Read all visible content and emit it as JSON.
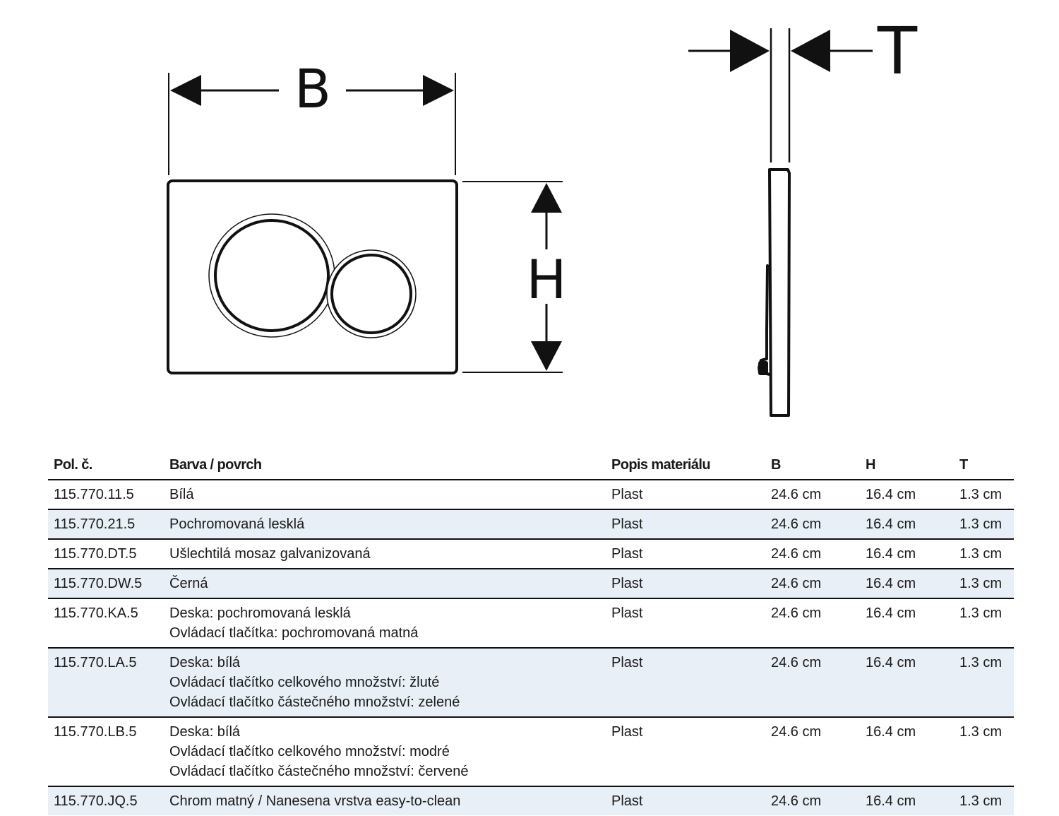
{
  "drawing": {
    "front_view": {
      "width_label": "B",
      "height_label": "H",
      "buttons": [
        "large-round-button",
        "small-round-button"
      ]
    },
    "side_view": {
      "thickness_label": "T"
    }
  },
  "table": {
    "headers": {
      "code": "Pol. č.",
      "color": "Barva / povrch",
      "material": "Popis materiálu",
      "b": "B",
      "h": "H",
      "t": "T"
    },
    "rows": [
      {
        "code": "115.770.11.5",
        "color_lines": [
          "Bílá"
        ],
        "material": "Plast",
        "b": "24.6 cm",
        "h": "16.4 cm",
        "t": "1.3 cm"
      },
      {
        "code": "115.770.21.5",
        "color_lines": [
          "Pochromovaná lesklá"
        ],
        "material": "Plast",
        "b": "24.6 cm",
        "h": "16.4 cm",
        "t": "1.3 cm"
      },
      {
        "code": "115.770.DT.5",
        "color_lines": [
          "Ušlechtilá mosaz galvanizovaná"
        ],
        "material": "Plast",
        "b": "24.6 cm",
        "h": "16.4 cm",
        "t": "1.3 cm"
      },
      {
        "code": "115.770.DW.5",
        "color_lines": [
          "Černá"
        ],
        "material": "Plast",
        "b": "24.6 cm",
        "h": "16.4 cm",
        "t": "1.3 cm"
      },
      {
        "code": "115.770.KA.5",
        "color_lines": [
          "Deska: pochromovaná lesklá",
          "Ovládací tlačítka: pochromovaná matná"
        ],
        "material": "Plast",
        "b": "24.6 cm",
        "h": "16.4 cm",
        "t": "1.3 cm"
      },
      {
        "code": "115.770.LA.5",
        "color_lines": [
          "Deska: bílá",
          "Ovládací tlačítko celkového množství: žluté",
          "Ovládací tlačítko částečného množství: zelené"
        ],
        "material": "Plast",
        "b": "24.6 cm",
        "h": "16.4 cm",
        "t": "1.3 cm"
      },
      {
        "code": "115.770.LB.5",
        "color_lines": [
          "Deska: bílá",
          "Ovládací tlačítko celkového množství: modré",
          "Ovládací tlačítko částečného množství: červené"
        ],
        "material": "Plast",
        "b": "24.6 cm",
        "h": "16.4 cm",
        "t": "1.3 cm"
      },
      {
        "code": "115.770.JQ.5",
        "color_lines": [
          "Chrom matný / Nanesena vrstva easy-to-clean"
        ],
        "material": "Plast",
        "b": "24.6 cm",
        "h": "16.4 cm",
        "t": "1.3 cm"
      }
    ]
  },
  "colors": {
    "stripe": "#e9eff7",
    "ink": "#111111"
  }
}
